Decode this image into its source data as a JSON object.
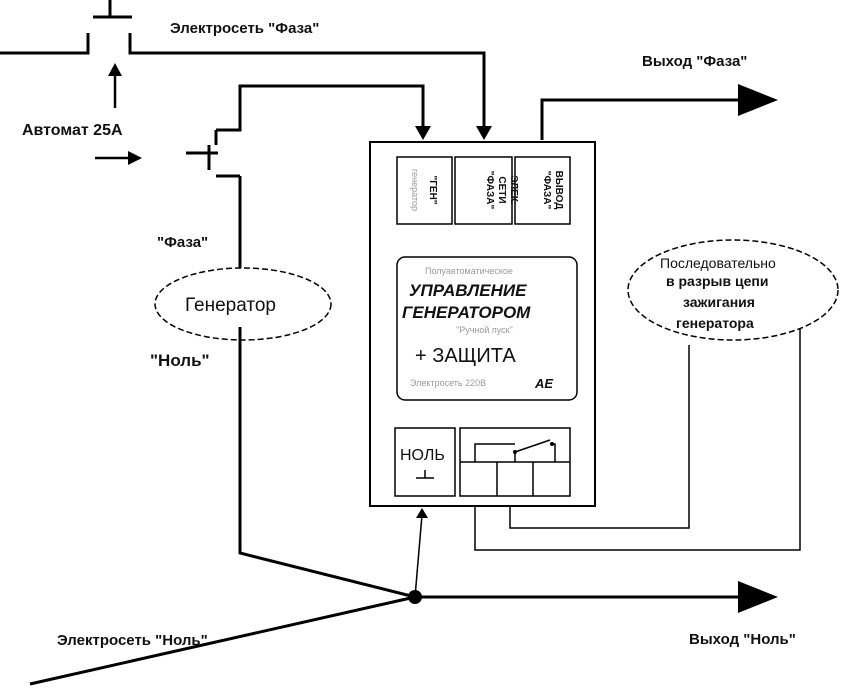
{
  "labels": {
    "mains_phase": "Электросеть \"Фаза\"",
    "output_phase": "Выход \"Фаза\"",
    "breaker": "Автомат 25А",
    "gen_phase": "\"Фаза\"",
    "generator": "Генератор",
    "gen_neutral": "\"Ноль\"",
    "mains_neutral": "Электросеть \"Ноль\"",
    "output_neutral": "Выход \"Ноль\"",
    "note_line1": "Последовательно",
    "note_line2": "в разрыв цепи",
    "note_line3": "зажигания",
    "note_line4": "генератора"
  },
  "device": {
    "terminal_1": "\"ГЕН\"",
    "terminal_1_small": "генератор",
    "terminal_2_line1": "ЭЛЕК.",
    "terminal_2_line2": "СЕТИ",
    "terminal_2_line3": "\"ФАЗА\"",
    "terminal_3_line1": "ВЫВОД",
    "terminal_3_line2": "\"ФАЗА\"",
    "panel_top": "Полуавтоматическое",
    "title_line1": "УПРАВЛЕНИЕ",
    "title_line2": "ГЕНЕРАТОРОМ",
    "subtitle": "\"Ручной пуск\"",
    "protection": "+ ЗАЩИТА",
    "voltage": "Электросеть 220В",
    "logo": "АЕ",
    "neutral_terminal": "НОЛЬ"
  }
}
